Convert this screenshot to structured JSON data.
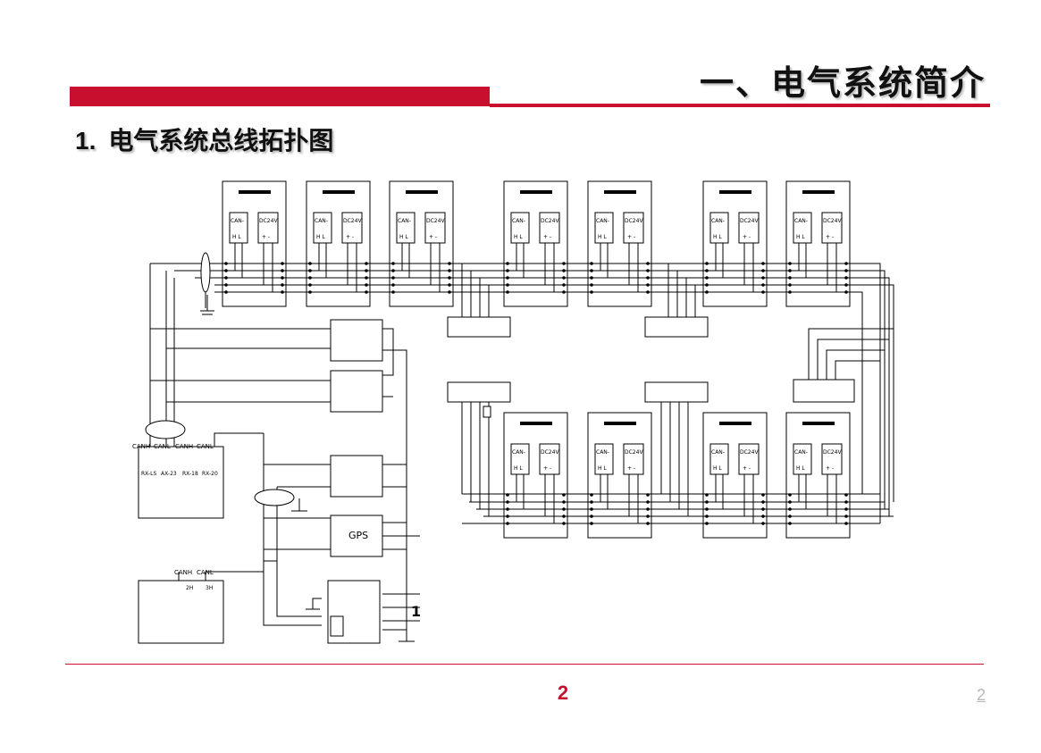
{
  "slide": {
    "title": "一、电气系统简介",
    "subtitle_number": "1.",
    "subtitle_text": "电气系统总线拓扑图",
    "page_number": "2",
    "corner_number": "2"
  },
  "diagram": {
    "module_top_labels": [
      "CAN-",
      "DC24V"
    ],
    "module_pin_labels": [
      "H L",
      "+ -"
    ],
    "device_labels": {
      "gps": "GPS",
      "pc_left_cans": [
        "CANH",
        "CANL",
        "CANH",
        "CANL"
      ],
      "pc_left_pins": [
        "RX-LS",
        "AX-23",
        "RX-18",
        "RX-20"
      ],
      "pc_bottom_cans": [
        "CANH",
        "CANL"
      ],
      "pc_bottom_pins": [
        "2H",
        "3H"
      ],
      "power_label": "1"
    },
    "colors": {
      "wire": "#000000",
      "accent": "#c8102e"
    }
  }
}
